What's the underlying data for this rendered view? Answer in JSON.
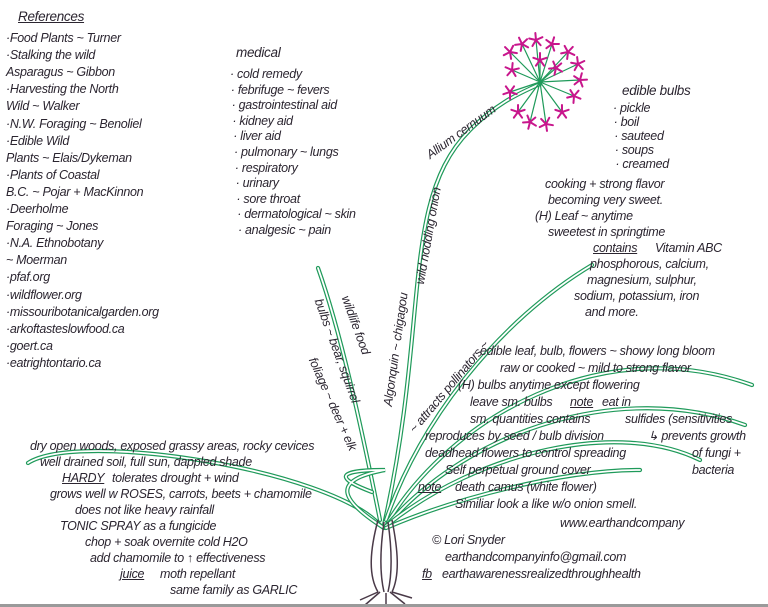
{
  "references": {
    "title": "References",
    "items": [
      "·Food Plants ~ Turner",
      "·Stalking the wild",
      " Asparagus ~ Gibbon",
      "·Harvesting the North",
      " Wild ~ Walker",
      "·N.W. Foraging ~ Benoliel",
      "·Edible Wild",
      " Plants ~ Elais/Dykeman",
      "·Plants of Coastal",
      " B.C. ~ Pojar + MacKinnon",
      "·Deerholme",
      " Foraging ~ Jones",
      "·N.A. Ethnobotany",
      "   ~ Moerman",
      "·pfaf.org",
      "·wildflower.org",
      "·missouribotanicalgarden.org",
      "·arkoftasteslowfood.ca",
      "·goert.ca",
      "·eatrightontario.ca"
    ]
  },
  "medical": {
    "title": "medical",
    "items": [
      "· cold remedy",
      "· febrifuge ~ fevers",
      "· gastrointestinal aid",
      "· kidney aid",
      "· liver aid",
      "· pulmonary ~ lungs",
      "· respiratory",
      "· urinary",
      "· sore throat",
      "· dermatological ~ skin",
      "· analgesic ~ pain"
    ]
  },
  "edible_bulbs": {
    "title": "edible bulbs",
    "items": [
      "· pickle",
      "· boil",
      "· sauteed",
      "· soups",
      "· creamed"
    ]
  },
  "nutrition": {
    "cooking_1": "cooking + strong flavor",
    "cooking_2": "becoming very sweet.",
    "leaf_1": "(H) Leaf ~ anytime",
    "leaf_2": "sweetest in springtime",
    "contains": "contains",
    "vitamins": "Vitamin ABC",
    "minerals_1": "phosphorous, calcium,",
    "minerals_2": "magnesium, sulphur,",
    "minerals_3": "sodium, potassium, iron",
    "minerals_4": "and more."
  },
  "stem_labels": {
    "latin": "Allium cernuum",
    "common": "wild nodding onion",
    "algonquin": "Algonquin ~ chigagou",
    "wildlife": "wildlife food",
    "bulbs_animals": "bulbs ~ bear, squirrel",
    "foliage_animals": "foliage ~ deer + elk",
    "pollinators": "~ attracts pollinators ~"
  },
  "uses": {
    "edible": "edible leaf, bulb, flowers ~ showy long bloom",
    "raw": "raw or cooked ~ mild to strong flavor",
    "harvest": "(H) bulbs anytime except flowering",
    "leave": "leave sm. bulbs",
    "note": "note",
    "eat": "eat in",
    "quantities": "sm. quantities contains",
    "sulfides": "sulfides (sensitivities",
    "prevents": "↳ prevents growth",
    "fungi": "of fungi +",
    "bacteria": "bacteria",
    "reproduces": "reproduces by seed / bulb division",
    "deadhead": "deadhead flowers to control spreading",
    "ground_cover": "Self perpetual ground cover",
    "warning_label": "note",
    "death_camus": "death camus (white flower)",
    "lookalike": "Similiar look a like w/o onion smell."
  },
  "habitat": {
    "line1": "dry open woods, exposed grassy areas, rocky cevices",
    "line2": "well drained soil, full sun, dappled shade",
    "hardy": "HARDY",
    "line3": "tolerates drought + wind",
    "line4": "grows well w ROSES, carrots, beets + chamomile",
    "line5": "does not like heavy rainfall",
    "line6": "TONIC SPRAY as a fungicide",
    "line7": "chop + soak overnite cold H2O",
    "line8": "add chamomile to ↑ effectiveness",
    "juice": "juice",
    "line9": "moth repellant",
    "line10": "same family as GARLIC"
  },
  "credits": {
    "website": "www.earthandcompany",
    "author": "© Lori Snyder",
    "email": "earthandcompanyinfo@gmail.com",
    "fb_label": "fb",
    "fb": "earthawarenessrealizedthroughhealth"
  },
  "colors": {
    "leaf": "#1f9a5a",
    "flower": "#c8168c",
    "ink": "#2b2530",
    "bulb": "#4a3a48"
  }
}
